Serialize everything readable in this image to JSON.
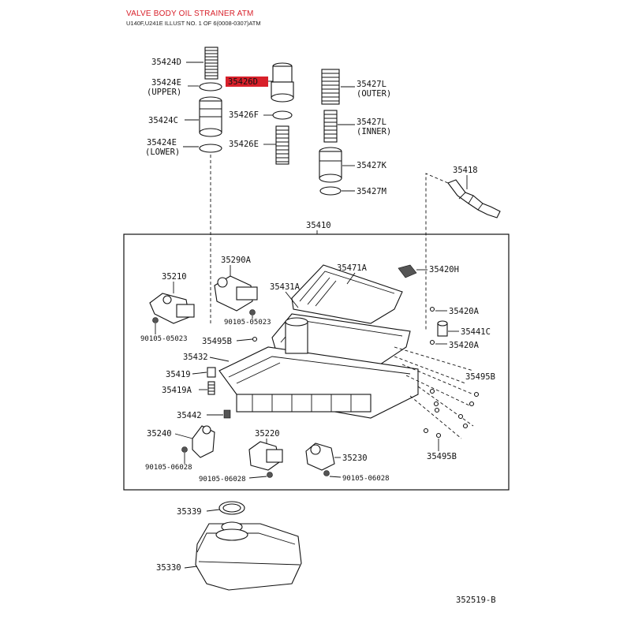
{
  "header": {
    "title": "VALVE BODY OIL STRAINER ATM",
    "subtitle": "U140F,U241E ILLUST NO. 1 OF 6(0008-0307)ATM"
  },
  "labels": {
    "p35424D": "35424D",
    "p35424E_upper": "35424E",
    "p35424E_upper_note": "(UPPER)",
    "p35424C": "35424C",
    "p35424E_lower": "35424E",
    "p35424E_lower_note": "(LOWER)",
    "p35426D": "35426D",
    "p35426F": "35426F",
    "p35426E": "35426E",
    "p35427L_outer": "35427L",
    "p35427L_outer_note": "(OUTER)",
    "p35427L_inner": "35427L",
    "p35427L_inner_note": "(INNER)",
    "p35427K": "35427K",
    "p35427M": "35427M",
    "p35418": "35418",
    "p35410": "35410",
    "p35290A": "35290A",
    "p35210": "35210",
    "p35471A": "35471A",
    "p35420H": "35420H",
    "p35431A": "35431A",
    "p90105_05023a": "90105-05023",
    "p90105_05023b": "90105-05023",
    "p35495B_a": "35495B",
    "p35420A_a": "35420A",
    "p35441C": "35441C",
    "p35420A_b": "35420A",
    "p35432": "35432",
    "p35419": "35419",
    "p35419A": "35419A",
    "p35495B_b": "35495B",
    "p35442": "35442",
    "p35240": "35240",
    "p35220": "35220",
    "p35230": "35230",
    "p35495B_c": "35495B",
    "p90105_06028a": "90105-06028",
    "p90105_06028b": "90105-06028",
    "p90105_06028c": "90105-06028",
    "p35339": "35339",
    "p35330": "35330",
    "illus_no": "352519-B"
  },
  "colors": {
    "highlight": "#d8202a",
    "ink": "#111111"
  }
}
